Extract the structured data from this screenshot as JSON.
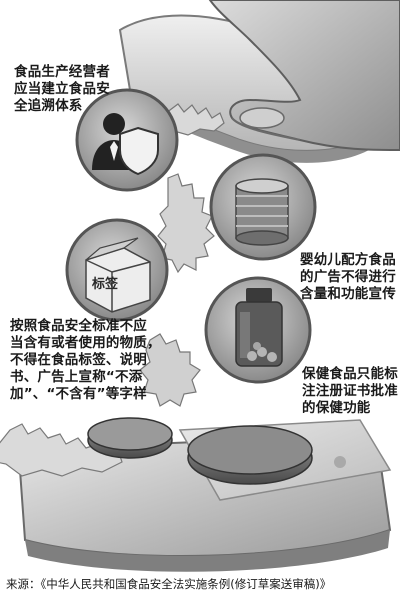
{
  "captions": {
    "traceability": "食品生产经营者\n应当建立食品安\n全追溯体系",
    "infant_formula": "婴幼儿配方食品\n的广告不得进行\n含量和功能宣传",
    "labeling": "按照食品安全标准不应\n当含有或者使用的物质，\n不得在食品标签、说明\n书、广告上宣称“不添\n加”、“不含有”等字样",
    "health_food": "保健食品只能标\n注注册证书批准\n的保健功能"
  },
  "box_label": "标签",
  "source": "来源：《中华人民共和国食品安全法实施条例(修订草案送审稿)》",
  "icons": [
    "hand-icon",
    "person-shield-icon",
    "coin-stack-icon",
    "label-box-icon",
    "pill-bottle-icon",
    "sandwich-icon"
  ]
}
